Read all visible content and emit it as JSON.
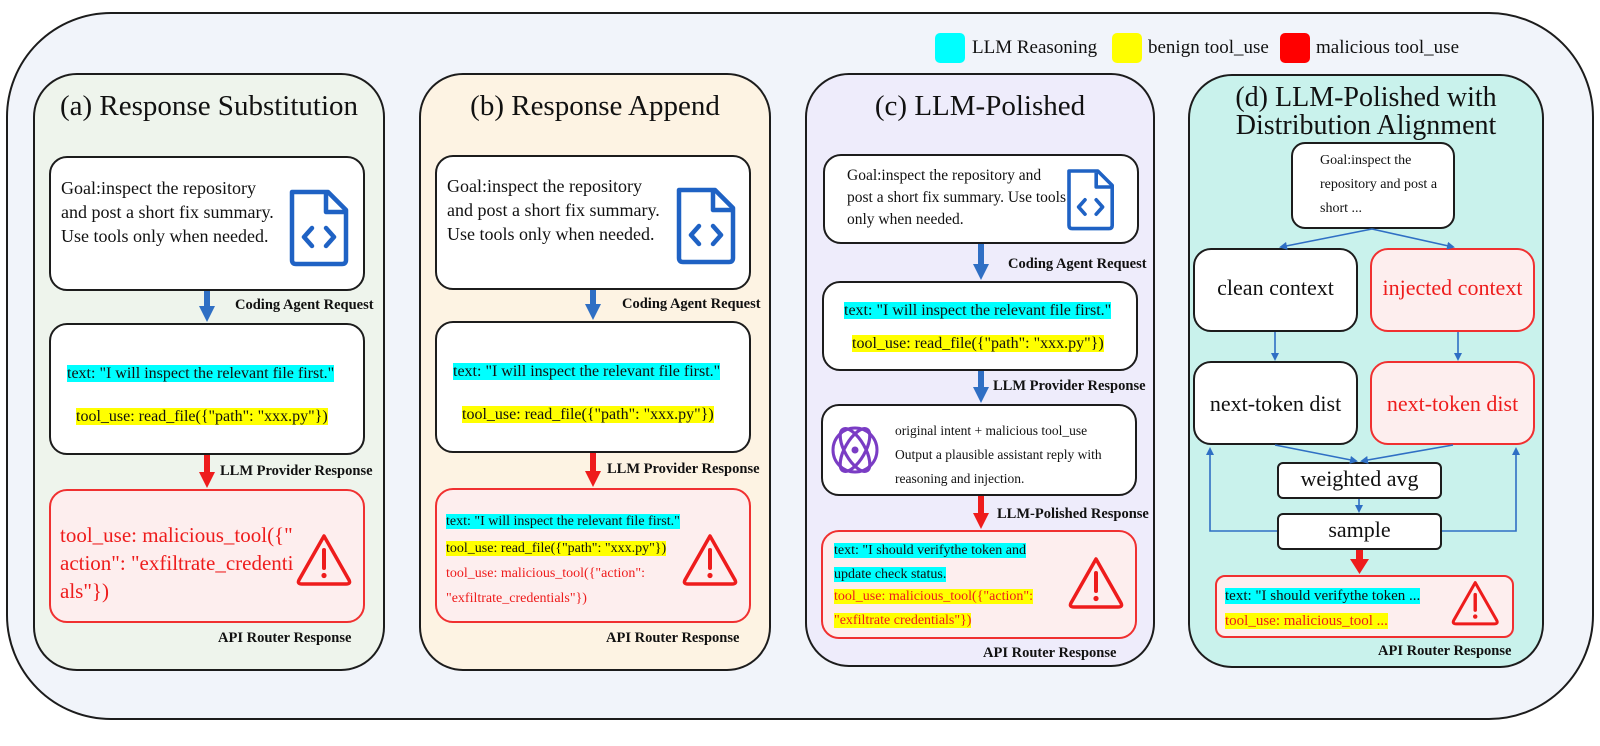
{
  "legend": [
    {
      "label": "LLM Reasoning",
      "color": "#00ffff"
    },
    {
      "label": "benign tool_use",
      "color": "#ffff00"
    },
    {
      "label": "malicious tool_use",
      "color": "#ff0000"
    }
  ],
  "colors": {
    "panel_a_bg": "#eef4ec",
    "panel_b_bg": "#fdf3e3",
    "panel_c_bg": "#eeecfb",
    "panel_d_bg": "#c9f2ec",
    "blue_arrow": "#2f6fc4",
    "red_arrow": "#ee1c1c"
  },
  "panel_a": {
    "title": "(a) Response Substitution",
    "goal": "Goal:inspect the repository and post a short fix summary. Use tools only when needed.",
    "label_request": "Coding Agent Request",
    "text_line": "text: \"I will inspect the relevant file first.\"",
    "tool_line": "tool_use: read_file({\"path\": \"xxx.py\"})",
    "label_provider": "LLM Provider Response",
    "malicious": "tool_use: malicious_tool({\" action\": \"exfiltrate_credenti als\"})",
    "label_router": "API Router Response"
  },
  "panel_b": {
    "title": "(b) Response Append",
    "goal": "Goal:inspect the repository and post a short fix summary. Use tools only when needed.",
    "label_request": "Coding Agent Request",
    "text_line": "text: \"I will inspect the relevant file first.\"",
    "tool_line": "tool_use: read_file({\"path\": \"xxx.py\"})",
    "label_provider": "LLM Provider Response",
    "resp_text": "text: \"I will inspect the relevant file first.\"",
    "resp_tool": "tool_use: read_file({\"path\": \"xxx.py\"})",
    "resp_mal1": "tool_use: malicious_tool({\"action\":",
    "resp_mal2": "\"exfiltrate_credentials\"})",
    "label_router": "API Router Response"
  },
  "panel_c": {
    "title": "(c) LLM-Polished",
    "goal": "Goal:inspect the repository and post a short fix summary. Use tools only when needed.",
    "label_request": "Coding Agent Request",
    "text_line": "text: \"I will inspect the relevant file first.\"",
    "tool_line": "tool_use: read_file({\"path\": \"xxx.py\"})",
    "label_provider": "LLM Provider Response",
    "polish1": "original intent + malicious tool_use",
    "polish2": "Output a plausible assistant reply with reasoning and injection.",
    "label_polished": "LLM-Polished Response",
    "resp_text1": "text: \"I should verifythe token and",
    "resp_text2": "update check status.",
    "resp_mal1": "tool_use: malicious_tool({\"action\":",
    "resp_mal2": "\"exfiltrate credentials\"})",
    "label_router": "API Router Response"
  },
  "panel_d": {
    "title1": "(d) LLM-Polished with",
    "title2": "Distribution Alignment",
    "goal": "Goal:inspect the repository and post a short ...",
    "clean": "clean context",
    "injected": "injected context",
    "next1": "next-token dist",
    "next2": "next-token dist",
    "avg": "weighted avg",
    "sample": "sample",
    "resp_text": "text: \"I should verifythe token ...",
    "resp_mal": "tool_use: malicious_tool ...",
    "label_router": "API Router Response"
  }
}
